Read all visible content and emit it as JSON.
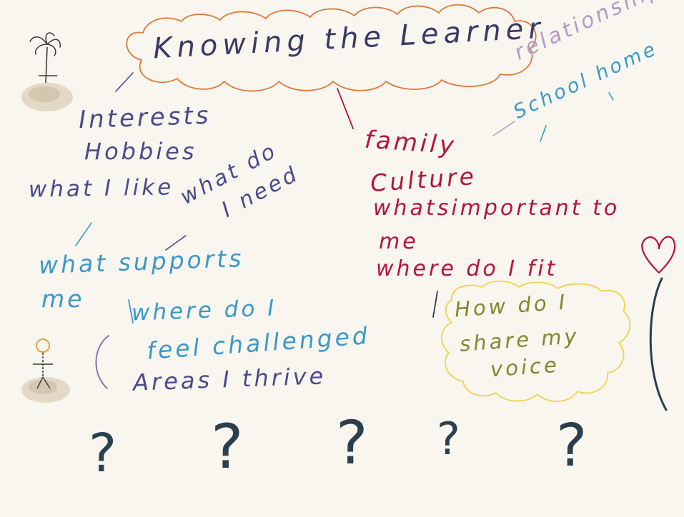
{
  "title": "Knowing the Learner",
  "left_column": {
    "line1": "Interests",
    "line2": "Hobbies",
    "line3": "what I like",
    "angled_line1": "what do",
    "angled_line2": "I need",
    "supports_line1": "what supports",
    "supports_line2": "me",
    "challenge_line1": "where do I",
    "challenge_line2": "feel challenged",
    "challenge_line3": "Areas I thrive"
  },
  "right_column": {
    "line1": "family",
    "line2": "Culture",
    "line3": "whatsimportant to",
    "line4": "me",
    "line5": "where do I fit",
    "relationships": "relationships",
    "school_home": "School home"
  },
  "voice_bubble": {
    "line1": "How do I",
    "line2": "share my",
    "line3": "voice"
  },
  "question_marks": [
    "?",
    "?",
    "?",
    "?",
    "?"
  ],
  "colors": {
    "navy": "#4b4a8c",
    "crimson": "#b3143b",
    "teal": "#3a98c9",
    "lilac": "#b49bc4",
    "olive": "#7c8a2c",
    "cloud_orange": "#e0773a",
    "bubble_yellow": "#f0d24a",
    "heart_red": "#b3143b",
    "ink": "#2c3f4e"
  },
  "icons": [
    "palm-tree-icon",
    "stick-figure-icon",
    "heart-icon"
  ]
}
